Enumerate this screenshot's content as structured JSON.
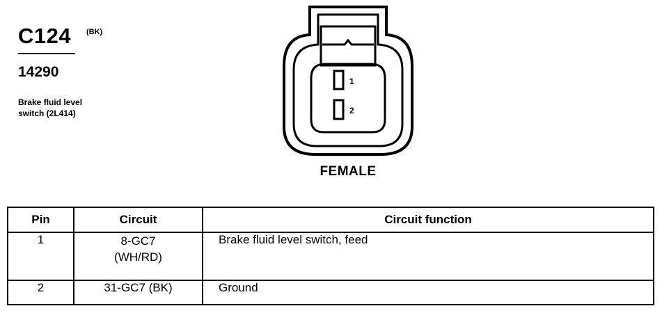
{
  "connector": {
    "code": "C124",
    "color": "(BK)",
    "part_number": "14290",
    "description_lines": [
      "Brake fluid level",
      "switch (2L414)"
    ],
    "gender": "FEMALE",
    "pin_labels": [
      "1",
      "2"
    ]
  },
  "table": {
    "headers": [
      "Pin",
      "Circuit",
      "Circuit function"
    ],
    "rows": [
      {
        "pin": "1",
        "circuit_lines": [
          "8-GC7",
          "(WH/RD)"
        ],
        "function": "Brake fluid level switch, feed"
      },
      {
        "pin": "2",
        "circuit_lines": [
          "31-GC7 (BK)"
        ],
        "function": "Ground"
      }
    ]
  }
}
